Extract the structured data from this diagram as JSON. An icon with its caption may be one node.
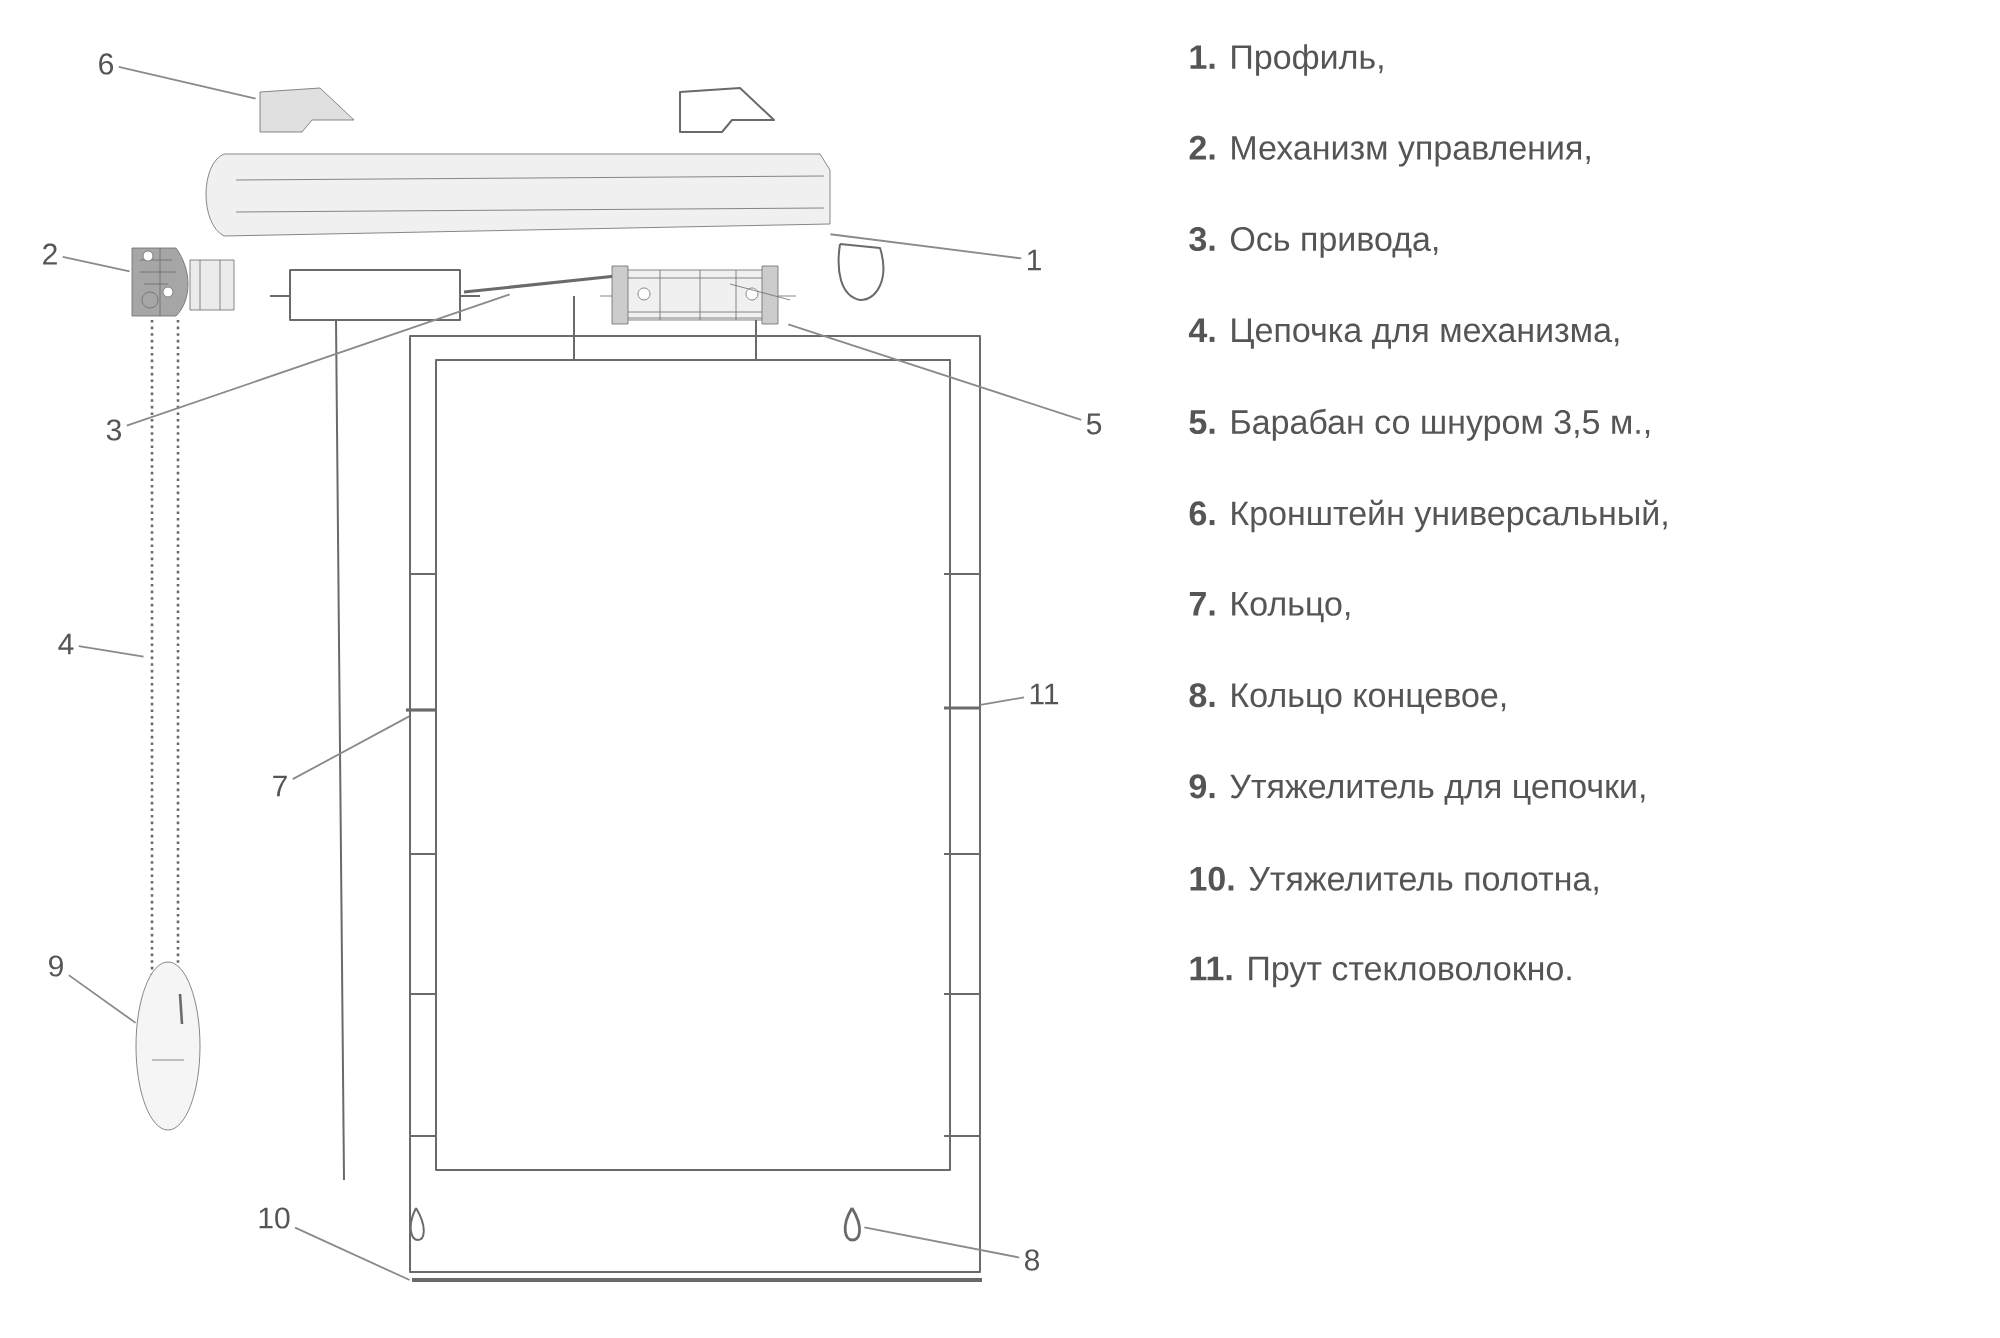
{
  "diagram": {
    "nodes": [
      {
        "text": [
          "1"
        ]
      },
      {
        "text": [
          "2"
        ]
      },
      {
        "text": [
          "3"
        ]
      },
      {
        "text": [
          "4"
        ]
      },
      {
        "text": [
          "5"
        ]
      },
      {
        "text": [
          "6"
        ]
      },
      {
        "text": [
          "7"
        ]
      },
      {
        "text": [
          "8"
        ]
      },
      {
        "text": [
          "9"
        ]
      },
      {
        "text": [
          "10"
        ]
      },
      {
        "text": [
          "11"
        ]
      },
      {
        "text": [],
        "shape": "picture"
      },
      {
        "text": [],
        "shape": "picture"
      },
      {
        "text": [],
        "shape": "picture"
      },
      {
        "text": [],
        "shape": "picture"
      },
      {
        "text": [],
        "shape": "picture"
      },
      {
        "text": [],
        "shape": "picture"
      },
      {
        "text": [],
        "shape": "picture"
      },
      {
        "text": [],
        "shape": "picture"
      },
      {
        "text": [],
        "shape": "picture"
      },
      {
        "text": [],
        "shape": "picture"
      },
      {
        "text": [],
        "shape": "picture"
      }
    ],
    "edges": [
      {
        "from": 0,
        "to": 11,
        "arrow": "none"
      },
      {
        "from": 1,
        "to": 12,
        "arrow": "none"
      },
      {
        "from": 2,
        "to": 13,
        "arrow": "none"
      },
      {
        "from": 3,
        "to": 14,
        "arrow": "none"
      },
      {
        "from": 4,
        "to": 15,
        "arrow": "none"
      },
      {
        "from": 5,
        "to": 16,
        "arrow": "none"
      },
      {
        "from": 6,
        "to": 17,
        "arrow": "none"
      },
      {
        "from": 7,
        "to": 18,
        "arrow": "none"
      },
      {
        "from": 8,
        "to": 19,
        "arrow": "none"
      },
      {
        "from": 9,
        "to": 20,
        "arrow": "none"
      },
      {
        "from": 10,
        "to": 21,
        "arrow": "none"
      }
    ],
    "labels": [
      "**1.** Профиль,",
      "**2.** Механизм управления,",
      "**3.** Ось привода,",
      "**4.** Цепочка для механизма,",
      "**5.** Барабан со шнуром 3,5 м.,",
      "**6.** Кронштейн универсальный,",
      "**7.** Кольцо,",
      "**8.** Кольцо концевое,",
      "**9.** Утяжелитель для цепочки,",
      "**10.** Утяжелитель полотна,",
      "**11.** Прут стекловолокно."
    ]
  }
}
